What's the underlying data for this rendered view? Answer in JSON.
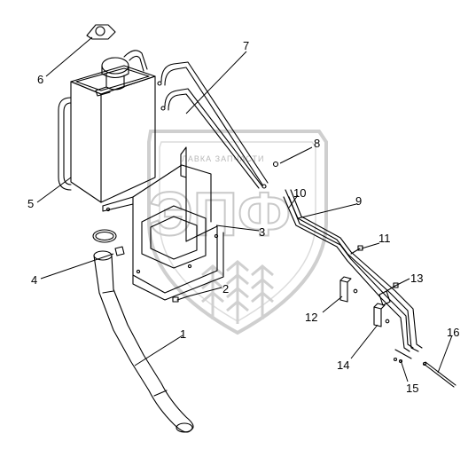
{
  "watermark": {
    "top_text": "ЛАВКА ЗАПЧАСТИ",
    "letters": "ЭПФ",
    "color": "#c4c4c4"
  },
  "callouts": [
    {
      "id": "c1",
      "label": "1"
    },
    {
      "id": "c2",
      "label": "2"
    },
    {
      "id": "c3",
      "label": "3"
    },
    {
      "id": "c4",
      "label": "4"
    },
    {
      "id": "c5",
      "label": "5"
    },
    {
      "id": "c6",
      "label": "6"
    },
    {
      "id": "c7",
      "label": "7"
    },
    {
      "id": "c8",
      "label": "8"
    },
    {
      "id": "c9",
      "label": "9"
    },
    {
      "id": "c10",
      "label": "10"
    },
    {
      "id": "c11",
      "label": "11"
    },
    {
      "id": "c12",
      "label": "12"
    },
    {
      "id": "c13",
      "label": "13"
    },
    {
      "id": "c14",
      "label": "14"
    },
    {
      "id": "c15",
      "label": "15"
    },
    {
      "id": "c16",
      "label": "16"
    }
  ]
}
